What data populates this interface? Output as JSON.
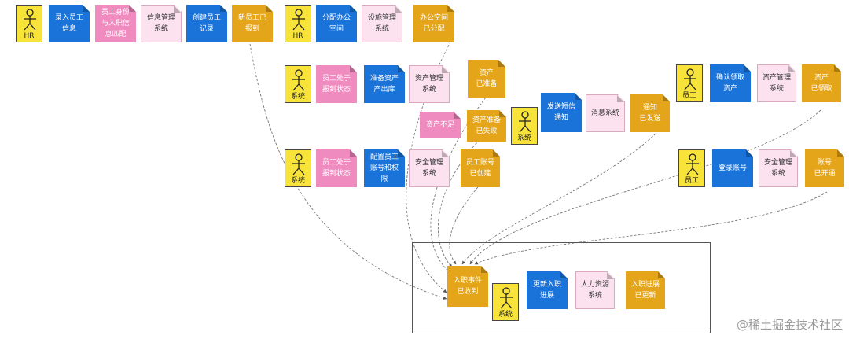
{
  "diagram": {
    "actors": {
      "hr_1": "HR",
      "hr_2": "HR",
      "sys_asset_check": "系统",
      "sys_sms": "系统",
      "sys_account": "系统",
      "emp_confirm": "员工",
      "emp_login": "员工",
      "sys_progress": "系统"
    },
    "notes": {
      "enter_employee_info": "录入员工\n信息",
      "identity_match": "员工身份\n与入职信\n息匹配",
      "info_mgmt_system": "信息管理\n系统",
      "create_employee_record": "创建员工\n记录",
      "new_employee_reported": "新员工已\n报到",
      "assign_office_space": "分配办公\n空间",
      "facility_mgmt_system": "设施管理\n系统",
      "office_space_assigned": "办公空间\n已分配",
      "status_reported_1": "员工处于\n报到状态",
      "prepare_assets": "准备资产\n产出库",
      "asset_mgmt_system": "资产管理\n系统",
      "asset_ready": "资产\n已准备",
      "asset_insufficient": "资产不足",
      "asset_prep_failed": "资产准备\n已失败",
      "send_sms": "发送短信\n通知",
      "message_system": "消息系统",
      "notice_sent": "通知\n已发送",
      "confirm_collect_assets": "确认领取\n资产",
      "asset_mgmt_system_2": "资产管理\n系统",
      "asset_collected": "资产\n已领取",
      "status_reported_2": "员工处于\n报到状态",
      "configure_account": "配置员工\n账号和权\n限",
      "security_mgmt_system": "安全管理\n系统",
      "account_created": "员工账号\n已创建",
      "login_account": "登录账号",
      "security_mgmt_system_2": "安全管理\n系统",
      "account_activated": "账号\n已开通",
      "onboarding_event_received": "入职事件\n已收到",
      "update_progress": "更新入职\n进展",
      "hr_system": "人力资源\n系统",
      "progress_updated": "入职进展\n已更新"
    }
  },
  "watermark": "@稀土掘金技术社区"
}
